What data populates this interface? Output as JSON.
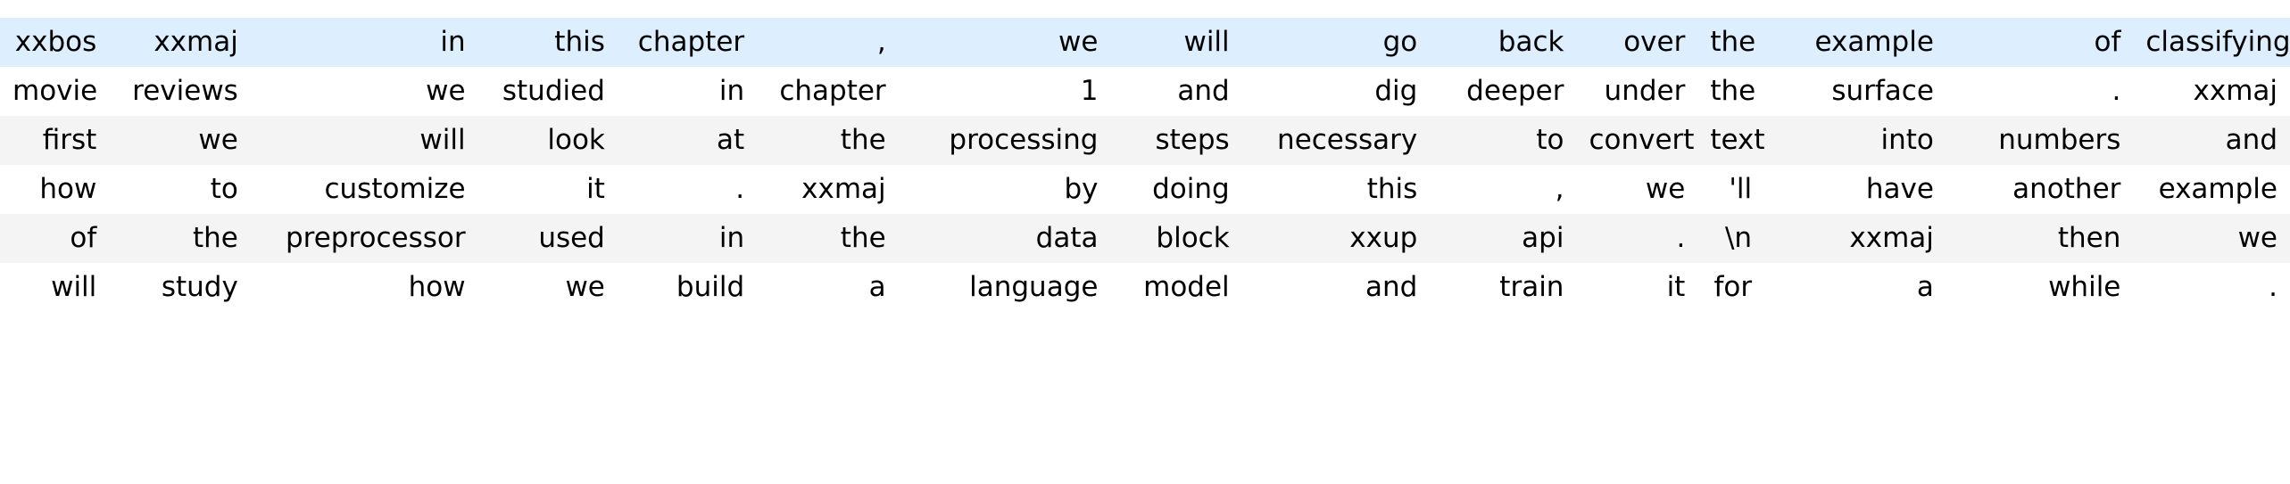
{
  "table": {
    "kind": "tokenized-text-dataframe",
    "row_count": 6,
    "column_count": 15,
    "colors": {
      "highlight_row_bg": "#ddeeff",
      "alt_row_bg": "#f4f4f4",
      "default_row_bg": "#ffffff",
      "text": "#000000"
    },
    "rows": [
      {
        "style": "highlight",
        "cells": [
          "xxbos",
          "xxmaj",
          "in",
          "this",
          "chapter",
          ",",
          "we",
          "will",
          "go",
          "back",
          "over",
          "the",
          "example",
          "of",
          "classifying"
        ]
      },
      {
        "style": "default",
        "cells": [
          "movie",
          "reviews",
          "we",
          "studied",
          "in",
          "chapter",
          "1",
          "and",
          "dig",
          "deeper",
          "under",
          "the",
          "surface",
          ".",
          "xxmaj"
        ]
      },
      {
        "style": "alt",
        "cells": [
          "first",
          "we",
          "will",
          "look",
          "at",
          "the",
          "processing",
          "steps",
          "necessary",
          "to",
          "convert",
          "text",
          "into",
          "numbers",
          "and"
        ]
      },
      {
        "style": "default",
        "cells": [
          "how",
          "to",
          "customize",
          "it",
          ".",
          "xxmaj",
          "by",
          "doing",
          "this",
          ",",
          "we",
          "'ll",
          "have",
          "another",
          "example"
        ]
      },
      {
        "style": "alt",
        "cells": [
          "of",
          "the",
          "preprocessor",
          "used",
          "in",
          "the",
          "data",
          "block",
          "xxup",
          "api",
          ".",
          "\\n",
          "xxmaj",
          "then",
          "we"
        ]
      },
      {
        "style": "default",
        "cells": [
          "will",
          "study",
          "how",
          "we",
          "build",
          "a",
          "language",
          "model",
          "and",
          "train",
          "it",
          "for",
          "a",
          "while",
          "."
        ]
      }
    ]
  }
}
